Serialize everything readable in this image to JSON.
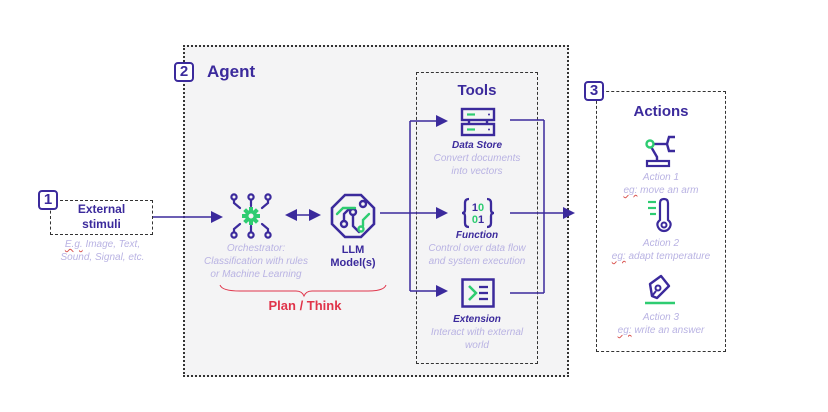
{
  "stimuli": {
    "badge": "1",
    "title_line1": "External",
    "title_line2": "stimuli",
    "example_prefix": "E.g.",
    "example_line1_rest": " Image, Text,",
    "example_line2": "Sound, Signal, etc."
  },
  "agent": {
    "badge": "2",
    "title": "Agent",
    "orchestrator": {
      "line1": "Orchestrator:",
      "line2": "Classification with rules",
      "line3": "or Machine Learning"
    },
    "llm": {
      "line1": "LLM",
      "line2": "Model(s)"
    },
    "plan_label": "Plan / Think"
  },
  "tools": {
    "title": "Tools",
    "items": [
      {
        "name": "Data Store",
        "desc1": "Convert documents",
        "desc2": "into vectors",
        "icon": "database-server-icon"
      },
      {
        "name": "Function",
        "desc1": "Control over data flow",
        "desc2": "and system execution",
        "icon": "binary-braces-icon"
      },
      {
        "name": "Extension",
        "desc1": "Interact with external",
        "desc2": "world",
        "icon": "terminal-icon"
      }
    ]
  },
  "actions": {
    "badge": "3",
    "title": "Actions",
    "items": [
      {
        "name": "Action 1",
        "prefix": "eg:",
        "desc": " move an arm",
        "icon": "robot-arm-icon"
      },
      {
        "name": "Action 2",
        "prefix": "eg:",
        "desc": " adapt temperature",
        "icon": "thermometer-icon"
      },
      {
        "name": "Action 3",
        "prefix": "eg:",
        "desc": " write an answer",
        "icon": "pen-nib-icon"
      }
    ]
  },
  "colors": {
    "primary": "#3b2a9c",
    "accent_green": "#2ecc71",
    "muted_text": "#b9b3e3",
    "plan_red": "#e0344a",
    "agent_bg": "#f4f4f5"
  }
}
